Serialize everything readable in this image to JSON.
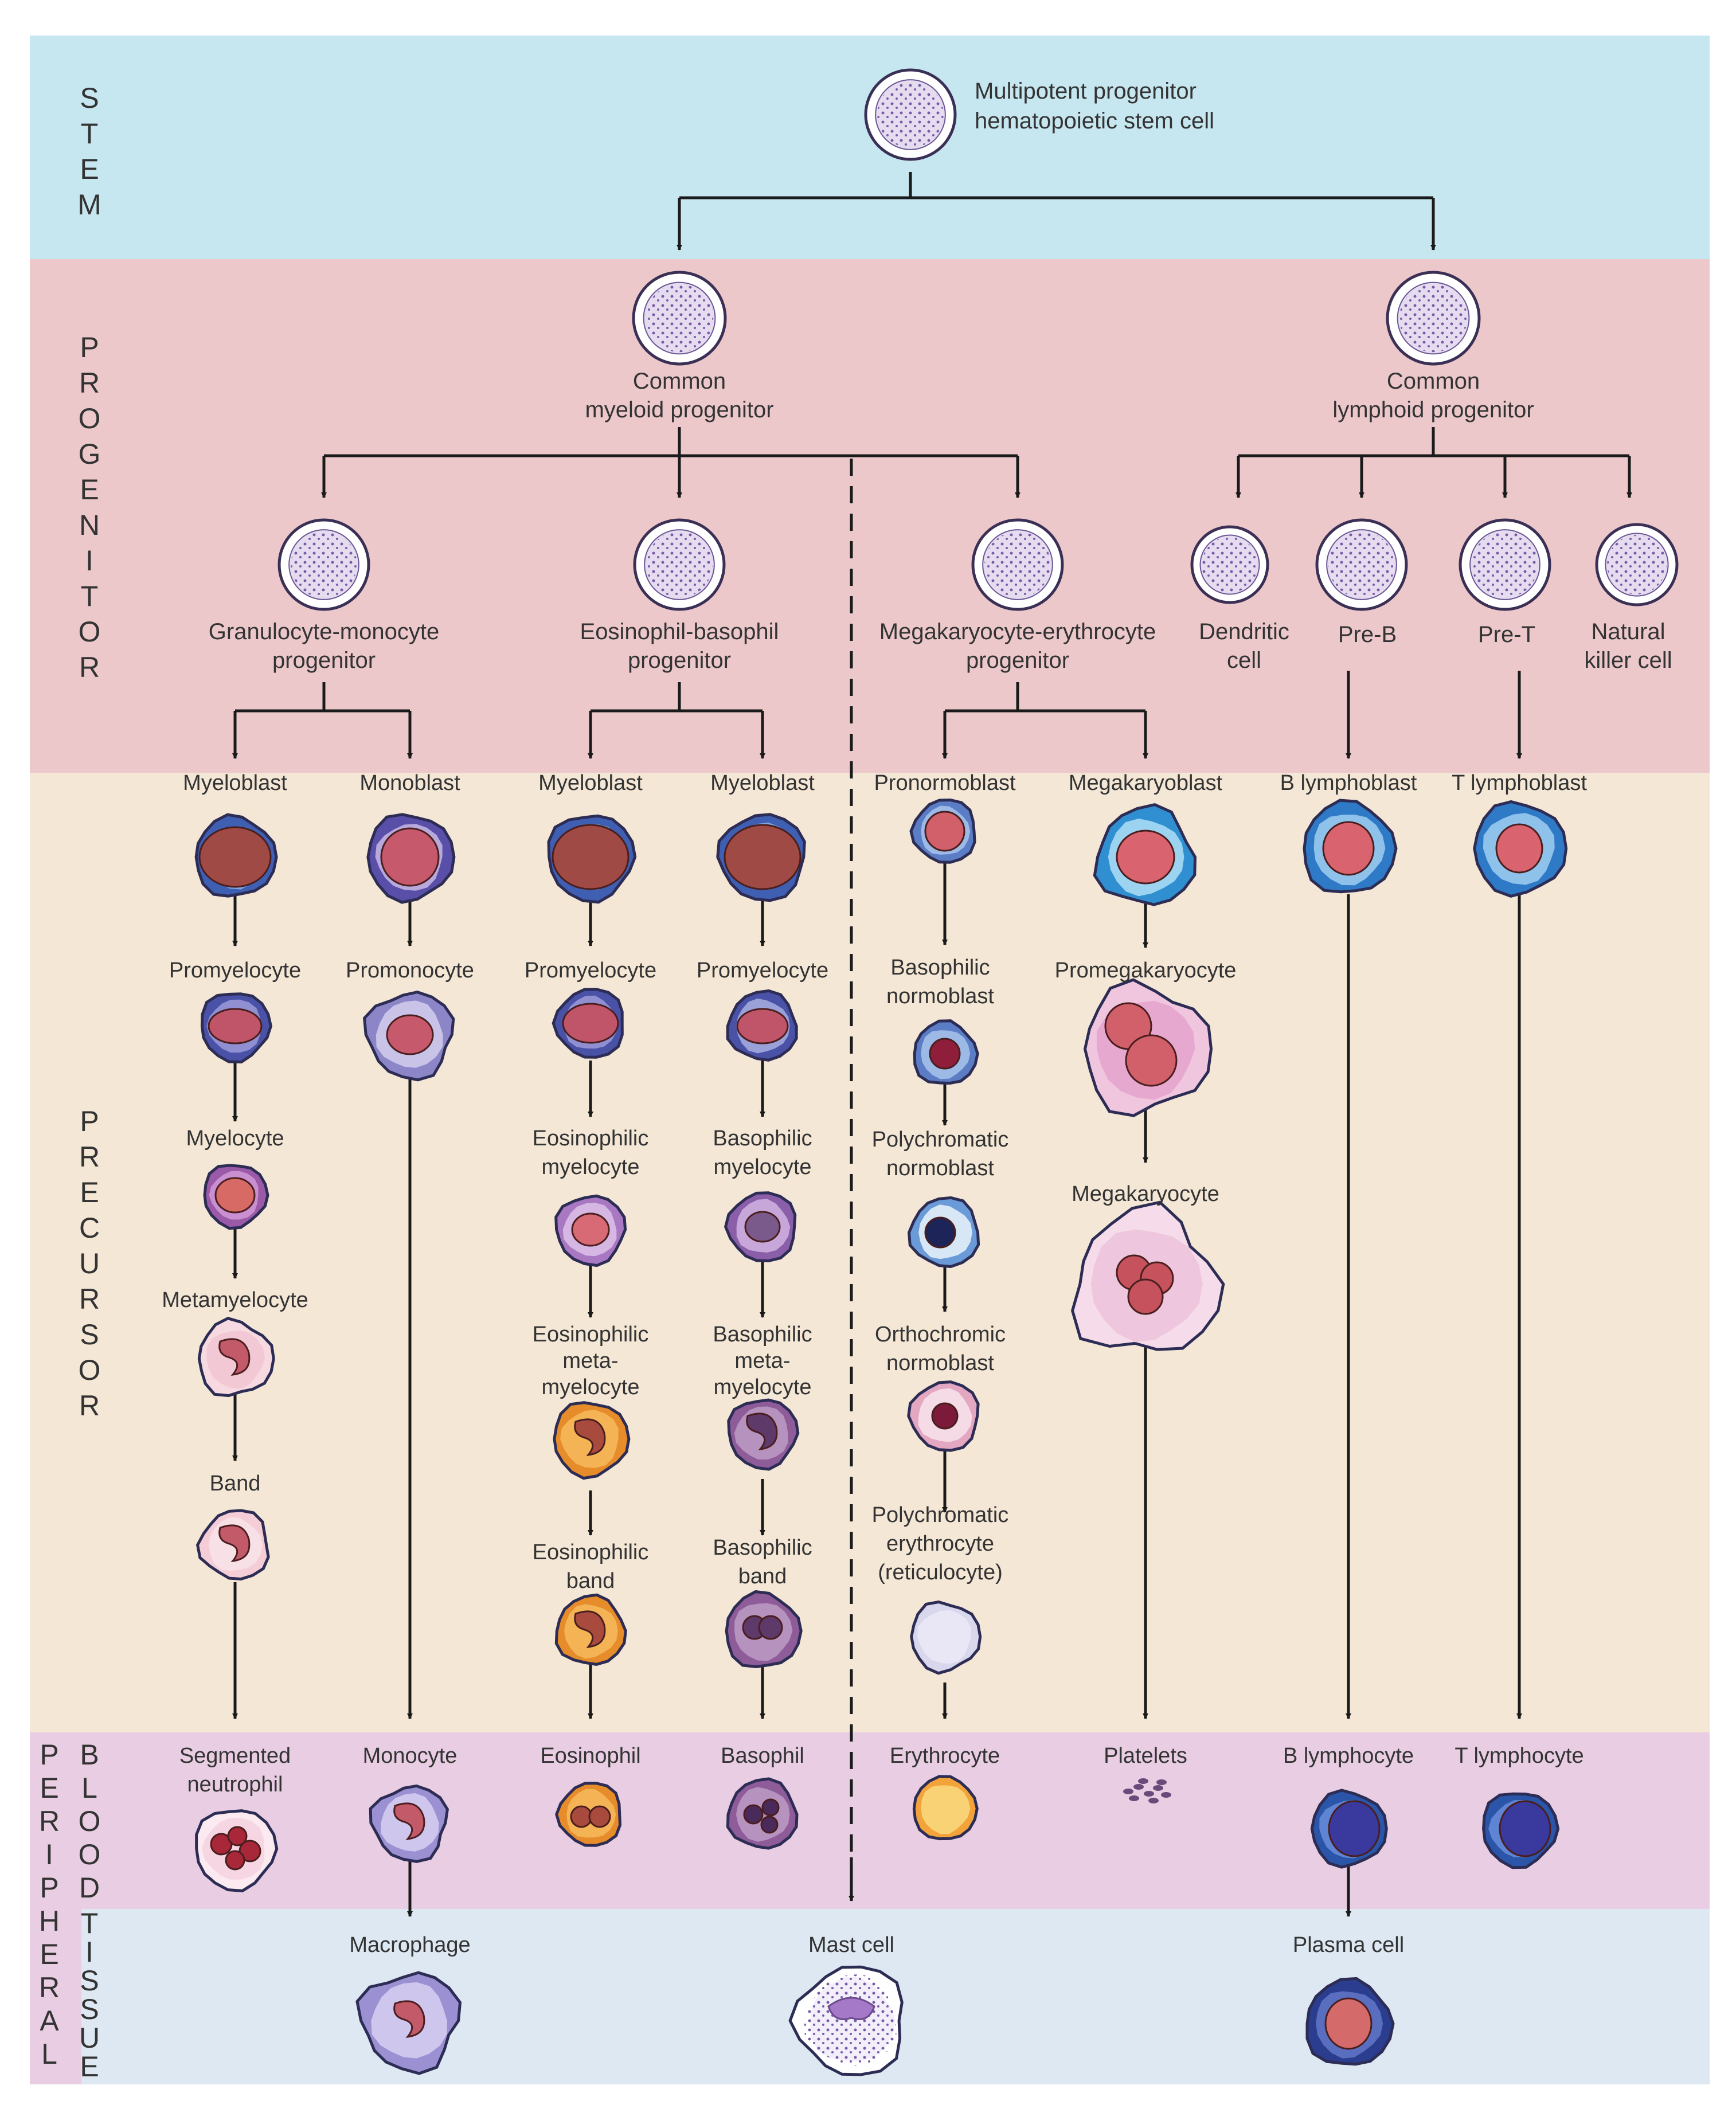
{
  "colors": {
    "stem_band": "#c6e6f0",
    "progenitor_band": "#ecc8cb",
    "precursor_band": "#f4e7d6",
    "peripheral_blood_band": "#e8cde3",
    "tissue_band": "#dde8f2",
    "line": "#1a1a1a",
    "text": "#333333"
  },
  "sections": {
    "stem": "STEM",
    "progenitor": "PROGENITOR",
    "precursor": "PRECURSOR",
    "peripheral": "PERIPHERAL",
    "blood": "BLOOD",
    "tissue": "TISSUE"
  },
  "cells": {
    "multipotent": [
      "Multipotent progenitor",
      "hematopoietic stem cell"
    ],
    "common_myeloid": [
      "Common",
      "myeloid progenitor"
    ],
    "common_lymphoid": [
      "Common",
      "lymphoid progenitor"
    ],
    "gran_mono": [
      "Granulocyte-monocyte",
      "progenitor"
    ],
    "eos_baso": [
      "Eosinophil-basophil",
      "progenitor"
    ],
    "mega_ery": [
      "Megakaryocyte-erythrocyte",
      "progenitor"
    ],
    "dendritic": [
      "Dendritic",
      "cell"
    ],
    "pre_b": [
      "Pre-B"
    ],
    "pre_t": [
      "Pre-T"
    ],
    "nk": [
      "Natural",
      "killer cell"
    ],
    "myeloblast_1": [
      "Myeloblast"
    ],
    "monoblast": [
      "Monoblast"
    ],
    "myeloblast_2": [
      "Myeloblast"
    ],
    "myeloblast_3": [
      "Myeloblast"
    ],
    "pronormoblast": [
      "Pronormoblast"
    ],
    "megakaryoblast": [
      "Megakaryoblast"
    ],
    "b_lymphoblast": [
      "B lymphoblast"
    ],
    "t_lymphoblast": [
      "T lymphoblast"
    ],
    "promyelocyte_1": [
      "Promyelocyte"
    ],
    "promonocyte": [
      "Promonocyte"
    ],
    "promyelocyte_2": [
      "Promyelocyte"
    ],
    "promyelocyte_3": [
      "Promyelocyte"
    ],
    "basophilic_normoblast": [
      "Basophilic",
      "normoblast"
    ],
    "promegakaryocyte": [
      "Promegakaryocyte"
    ],
    "myelocyte": [
      "Myelocyte"
    ],
    "eos_myelocyte": [
      "Eosinophilic",
      "myelocyte"
    ],
    "baso_myelocyte": [
      "Basophilic",
      "myelocyte"
    ],
    "poly_normoblast": [
      "Polychromatic",
      "normoblast"
    ],
    "megakaryocyte": [
      "Megakaryocyte"
    ],
    "metamyelocyte": [
      "Metamyelocyte"
    ],
    "eos_meta": [
      "Eosinophilic",
      "meta-",
      "myelocyte"
    ],
    "baso_meta": [
      "Basophilic",
      "meta-",
      "myelocyte"
    ],
    "ortho_normoblast": [
      "Orthochromic",
      "normoblast"
    ],
    "band": [
      "Band"
    ],
    "eos_band": [
      "Eosinophilic",
      "band"
    ],
    "baso_band": [
      "Basophilic",
      "band"
    ],
    "poly_erythrocyte": [
      "Polychromatic",
      "erythrocyte",
      "(reticulocyte)"
    ],
    "seg_neutrophil": [
      "Segmented",
      "neutrophil"
    ],
    "monocyte": [
      "Monocyte"
    ],
    "eosinophil": [
      "Eosinophil"
    ],
    "basophil": [
      "Basophil"
    ],
    "erythrocyte": [
      "Erythrocyte"
    ],
    "platelets": [
      "Platelets"
    ],
    "b_lymphocyte": [
      "B lymphocyte"
    ],
    "t_lymphocyte": [
      "T lymphocyte"
    ],
    "macrophage": [
      "Macrophage"
    ],
    "mast_cell": [
      "Mast cell"
    ],
    "plasma_cell": [
      "Plasma cell"
    ]
  }
}
